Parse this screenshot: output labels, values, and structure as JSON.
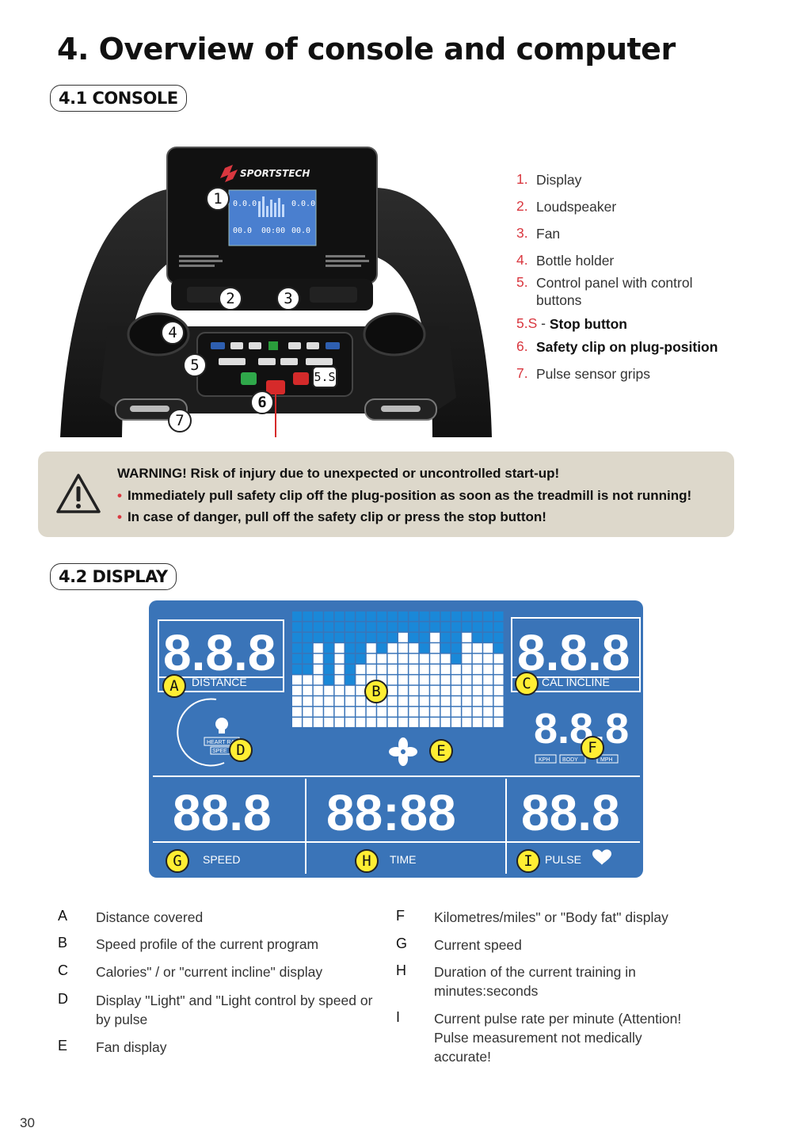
{
  "page_title": "4. Overview of console and computer",
  "section_console": "4.1 CONSOLE",
  "section_display": "4.2 DISPLAY",
  "console_image": {
    "brand": "SPORTSTECH",
    "callouts": [
      "1",
      "2",
      "3",
      "4",
      "5",
      "5.S",
      "6",
      "7"
    ]
  },
  "console_legend": [
    {
      "num": "1.",
      "label": "Display"
    },
    {
      "num": "2.",
      "label": "Loudspeaker"
    },
    {
      "num": "3.",
      "label": "Fan"
    },
    {
      "num": "4.",
      "label": "Bottle holder"
    },
    {
      "num": "5.",
      "label": "Control panel with control buttons"
    },
    {
      "num": "5.S",
      "sep": " - ",
      "label": "Stop button"
    },
    {
      "num": "6.",
      "label": "Safety clip on plug-position"
    },
    {
      "num": "7.",
      "label": "Pulse sensor grips"
    }
  ],
  "warning": {
    "icon": "warning-triangle-icon",
    "title": "WARNING! Risk of injury due to unexpected or uncontrolled start-up!",
    "bullets": [
      "Immediately pull  safety clip off the plug-position as soon as the treadmill is not running!",
      "In case of danger, pull off the safety clip or press the stop button!"
    ]
  },
  "display_image": {
    "digits_top": "8.8.8",
    "digits_mid": "8.8.8",
    "digits_speed": "88.8",
    "digits_time": "88:88",
    "digits_pulse": "88.8",
    "labels": {
      "distance": "DISTANCE",
      "cal_incline": "CAL  INCLINE",
      "speed": "SPEED",
      "time": "TIME",
      "pulse": "PULSE",
      "heart_rate": "HEART RA",
      "speed_small": "SPEE",
      "kph": "KPH",
      "body": "BODY",
      "mph": "MPH"
    },
    "callouts": [
      "A",
      "B",
      "C",
      "D",
      "E",
      "F",
      "G",
      "H",
      "I"
    ],
    "colors": {
      "panel": "#3a74b8",
      "grid": "#ffffff",
      "fill": "#1a88d8"
    }
  },
  "display_legend_left": [
    {
      "key": "A",
      "text": "Distance covered"
    },
    {
      "key": "B",
      "text": "Speed profile of the current program"
    },
    {
      "key": "C",
      "text": "Calories\" / or \"current incline\" display"
    },
    {
      "key": "D",
      "text": "Display \"Light\" and \"Light control by speed or by pulse"
    },
    {
      "key": "E",
      "text": "Fan display"
    }
  ],
  "display_legend_right": [
    {
      "key": "F",
      "text": "Kilometres/miles\" or \"Body fat\" display"
    },
    {
      "key": "G",
      "text": "Current speed"
    },
    {
      "key": "H",
      "text": "Duration of the current training in minutes:seconds"
    },
    {
      "key": "I",
      "text": "Current pulse rate per minute (Attention! Pulse measurement not medically accurate!"
    }
  ],
  "page_number": "30"
}
